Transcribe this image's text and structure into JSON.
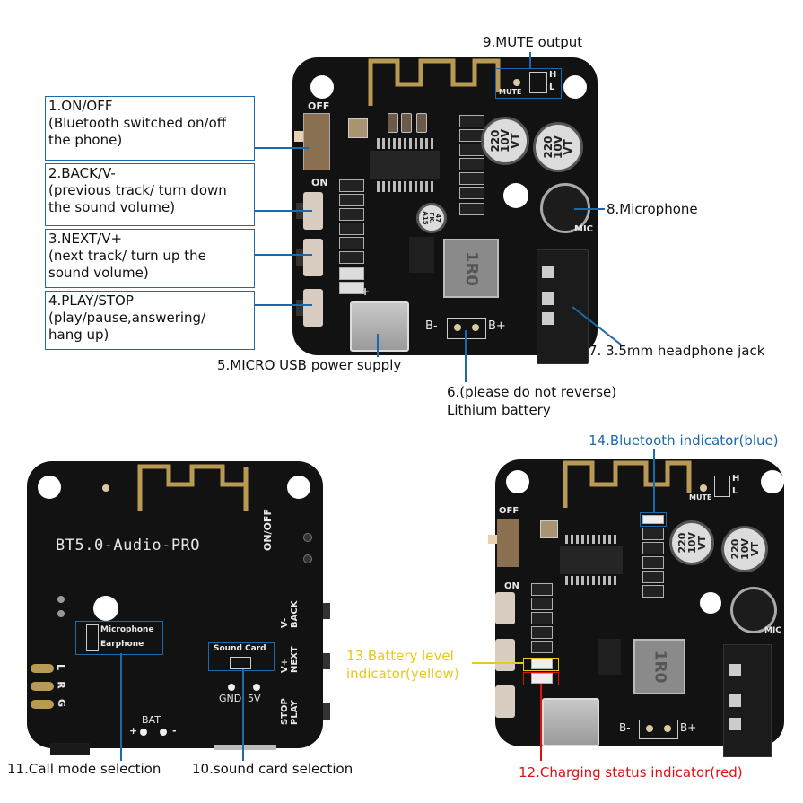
{
  "colors": {
    "annotation_blue": "#1b6aab",
    "battery_yellow": "#e8c81a",
    "charging_red": "#e01010",
    "bluetooth_blue": "#1b6aab",
    "pcb_black": "#121212",
    "antenna_gold": "#b99a55"
  },
  "top_view": {
    "callouts": [
      {
        "id": 1,
        "title": "1.ON/OFF",
        "lines": [
          "(Bluetooth switched on/off",
          "the phone)"
        ]
      },
      {
        "id": 2,
        "title": "2.BACK/V-",
        "lines": [
          "(previous track/ turn down",
          "the sound volume)"
        ]
      },
      {
        "id": 3,
        "title": "3.NEXT/V+",
        "lines": [
          "(next track/ turn up the",
          "sound volume)"
        ]
      },
      {
        "id": 4,
        "title": "4.PLAY/STOP",
        "lines": [
          "(play/pause,answering/",
          "hang up)"
        ]
      }
    ],
    "label_5": "5.MICRO USB power supply",
    "label_6_line1": "6.(please do not reverse)",
    "label_6_line2": "Lithium battery",
    "label_7": "7. 3.5mm headphone jack",
    "label_8": "8.Microphone",
    "label_9": "9.MUTE output",
    "silk": {
      "off": "OFF",
      "on": "ON",
      "mute": "MUTE",
      "h": "H",
      "l": "L",
      "mic": "MIC",
      "b_minus": "B-",
      "b_plus": "B+",
      "plus": "+",
      "cap_text": "220\n10V\nVT",
      "inductor": "1R0",
      "small_cap": "47\nFK.\nA15"
    }
  },
  "back_view": {
    "board_name": "BT5.0-Audio-PRO",
    "silk": {
      "on_off": "ON/OFF",
      "back": "V-\nBACK",
      "next": "V+\nNEXT",
      "play": "STOP\nPLAY",
      "microphone": "Microphone",
      "earphone": "Earphone",
      "sound_card": "Sound Card",
      "gnd": "GND",
      "five_v": "5V",
      "bat": "BAT",
      "bat_plus": "+",
      "bat_minus": "-",
      "l": "L",
      "r": "R",
      "g": "G"
    },
    "label_10": "10.sound card selection",
    "label_11": "11.Call mode selection"
  },
  "indicator_view": {
    "label_12": "12.Charging status indicator(red)",
    "label_13_line1": "13.Battery level",
    "label_13_line2": "indicator(yellow)",
    "label_14": "14.Bluetooth indicator(blue)",
    "silk": {
      "off": "OFF",
      "on": "ON",
      "mute": "MUTE",
      "h": "H",
      "l": "L",
      "mic": "MIC",
      "b_minus": "B-",
      "b_plus": "B+",
      "cap_text": "220\n10V\nVT",
      "inductor": "1R0"
    }
  }
}
